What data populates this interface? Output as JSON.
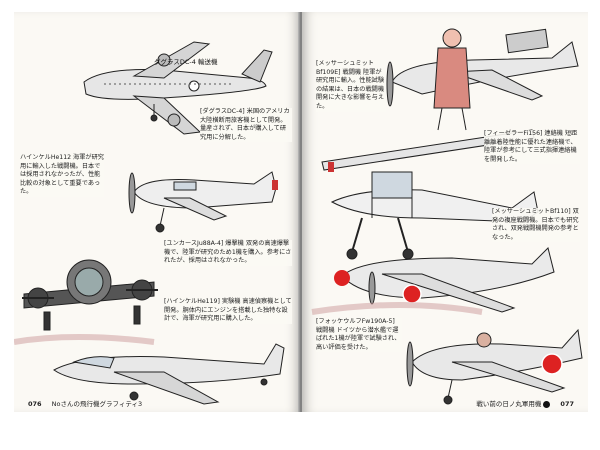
{
  "left_page": {
    "number": "076",
    "running_head": "Noさんの飛行機グラフィティ3",
    "label_top": "ダグラスDC-4 輸送機",
    "caption_1": "[ダグラスDC-4] 米国のアメリカ大陸横断用旅客機として開発。量産されず、日本が購入して研究用に分解した。",
    "caption_2": "ハインケルHe112 海軍が研究用に輸入した戦闘機。日本では採用されなかったが、性能比較の対象として重要であった。",
    "caption_3": "[ユンカースJu88A-4] 爆撃機 双発の高速爆撃機で、陸軍が研究のため1機を購入。参考にされたが、採用はされなかった。",
    "caption_4": "[ハインケルHe119] 実験機 高速偵察機として開発。胴体内にエンジンを搭載した独特な設計で、海軍が研究用に購入した。"
  },
  "right_page": {
    "number": "077",
    "running_head": "戦い前の日ノ丸軍用機",
    "caption_1": "[メッサーシュミットBf109E] 戦闘機 陸軍が研究用に輸入。性能試験の結果は、日本の戦闘機開発に大きな影響を与えた。",
    "caption_2": "[フィーゼラーFi156] 連絡機 短距離離着陸性能に優れた連絡機で、陸軍が参考にして三式指揮連絡機を開発した。",
    "caption_3": "[メッサーシュミットBf110] 双発の複座戦闘機。日本でも研究され、双発戦闘機開発の参考となった。",
    "caption_4": "[フォッケウルフFw190A-5] 戦闘機 ドイツから潜水艦で運ばれた1機が陸軍で試験され、高い評価を受けた。"
  }
}
